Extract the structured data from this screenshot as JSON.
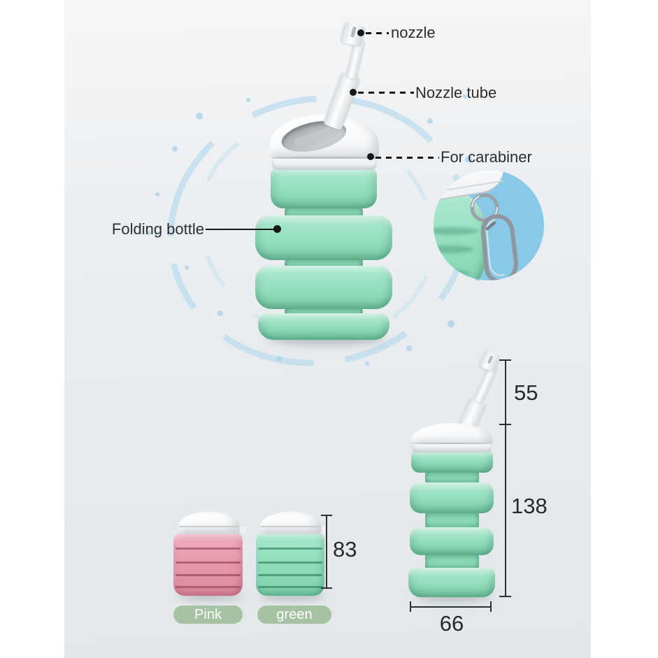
{
  "product": {
    "callouts": {
      "nozzle": "nozzle",
      "nozzle_tube": "Nozzle tube",
      "carabiner": "For carabiner",
      "folding_bottle": "Folding bottle"
    },
    "dimensions": {
      "nozzle_height": "55",
      "expanded_body_height": "138",
      "diameter": "66",
      "folded_height": "83"
    },
    "color_options": [
      {
        "label": "Pink",
        "color": "#e697aa"
      },
      {
        "label": "green",
        "color": "#8edcba"
      }
    ],
    "palette": {
      "mint_body": "#97e0c1",
      "pink_body": "#e697aa",
      "inset_circle_blue": "#87c9e6",
      "swatch_pill_green": "#a7c2a3",
      "annotation_text": "#2b2d2f"
    }
  }
}
